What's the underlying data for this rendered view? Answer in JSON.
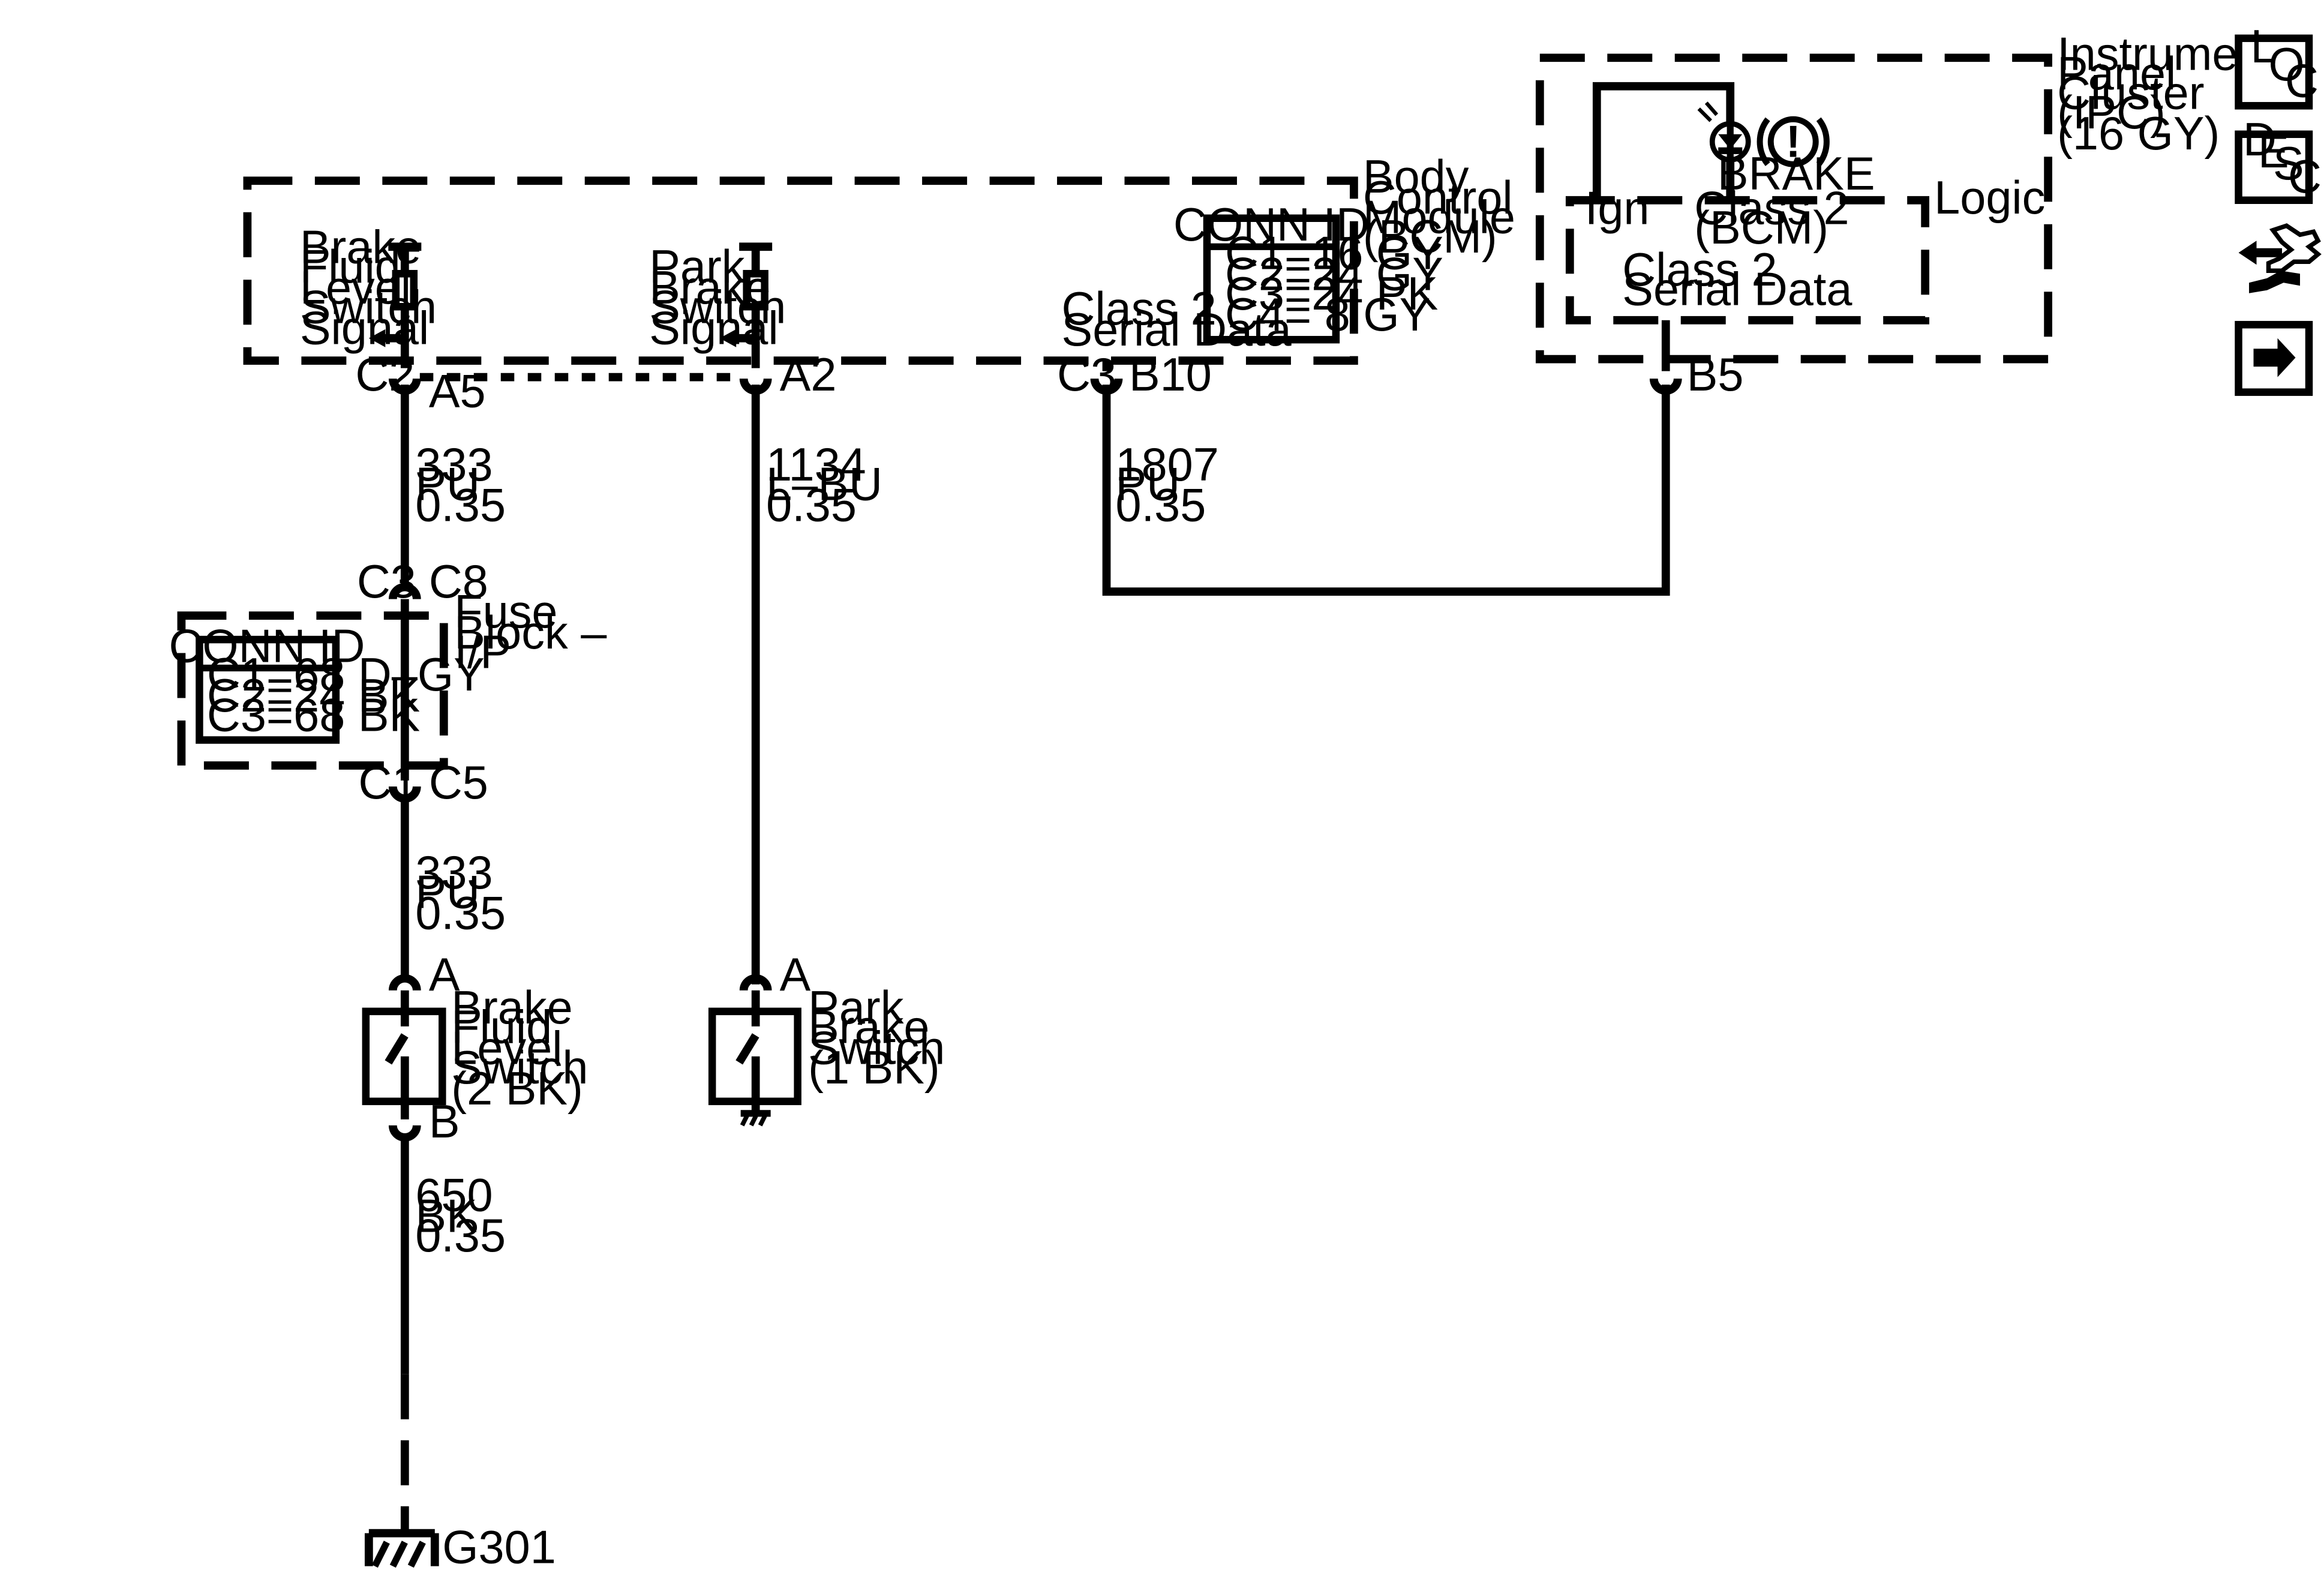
{
  "modules": {
    "bcm": {
      "name_lines": [
        "Body",
        "Control",
        "Module",
        "(BCM)"
      ]
    },
    "ipc": {
      "name_lines": [
        "Instrument",
        "Panel",
        "Cluster",
        "(IPC)",
        "(16 GY)"
      ],
      "logic_label": "Logic",
      "ign_label": "Ign",
      "class2_bcm_lines": [
        "Class 2",
        "(BCM)"
      ],
      "serial_data_lines": [
        "Class 2",
        "Serial Data"
      ],
      "indicator_label": "BRAKE",
      "indicator_symbol": "!"
    },
    "fuse_block": {
      "name_lines": [
        "Fuse",
        "Block –",
        "I/P"
      ]
    }
  },
  "conn_tables": {
    "bcm": {
      "title": "CONN ID",
      "rows": [
        "C1=16 GY",
        "C2=24 GY",
        "C3=24 PK",
        "C4=  8 GY"
      ]
    },
    "fuse_block": {
      "title": "CONN ID",
      "rows": [
        "C1=68 D–GY",
        "C2=24 BK",
        "C3=68 BK"
      ]
    }
  },
  "signals": {
    "brake_fluid": {
      "lines": [
        "Brake",
        "Fluid",
        "Level",
        "Switch",
        "Signal"
      ]
    },
    "park_brake": {
      "lines": [
        "Park",
        "Brake",
        "Switch",
        "Signal"
      ]
    },
    "serial_data": {
      "lines": [
        "Class 2",
        "Serial Data"
      ]
    }
  },
  "connectors": {
    "bcm_c2": "C2",
    "bcm_a5": "A5",
    "bcm_a2": "A2",
    "bcm_c3": "C3",
    "bcm_b10": "B10",
    "ipc_b5": "B5",
    "fb_c3": "C3",
    "fb_c8": "C8",
    "fb_c1": "C1",
    "fb_c5": "C5",
    "bfl_a": "A",
    "bfl_b": "B",
    "pb_a": "A"
  },
  "wires": {
    "w333_top": [
      "333",
      "PU",
      "0.35"
    ],
    "w1134": [
      "1134",
      "L–BU",
      "0.35"
    ],
    "w1807": [
      "1807",
      "PU",
      "0.35"
    ],
    "w333_bot": [
      "333",
      "PU",
      "0.35"
    ],
    "w650": [
      "650",
      "BK",
      "0.35"
    ]
  },
  "components": {
    "brake_fluid_switch": {
      "lines": [
        "Brake",
        "Fluid",
        "Level",
        "Switch",
        "(2 BK)"
      ]
    },
    "park_brake_switch": {
      "lines": [
        "Park",
        "Brake",
        "Switch",
        "(1 BK)"
      ]
    }
  },
  "ground": {
    "label": "G301"
  },
  "nav": {
    "loc": {
      "letters": [
        "L",
        "O",
        "C"
      ]
    },
    "desc": {
      "letters": [
        "D",
        "E",
        "S",
        "C"
      ]
    }
  }
}
